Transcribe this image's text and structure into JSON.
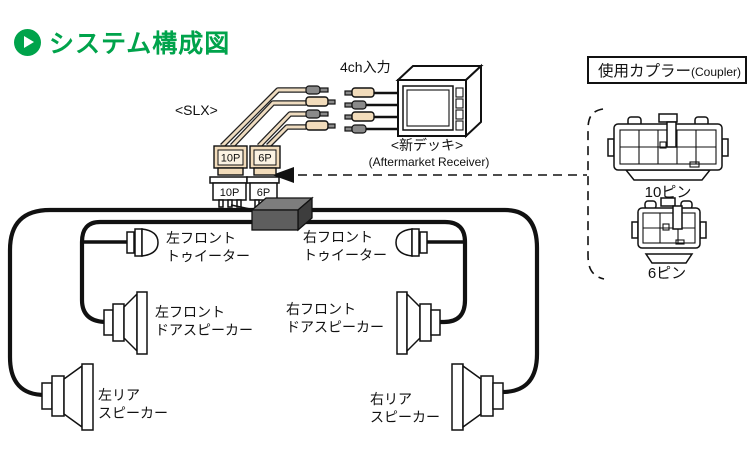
{
  "title": "システム構成図",
  "labels": {
    "input_4ch": "4ch入力",
    "slx": "<SLX>",
    "deck": "<新デッキ>",
    "deck_sub": "(Aftermarket Receiver)",
    "p10": "10P",
    "p6": "6P"
  },
  "coupler": {
    "title_jp": "使用カプラー",
    "title_en": "(Coupler)",
    "pin10": "10ピン",
    "pin6": "6ピン"
  },
  "speakers": [
    {
      "id": "left-front-tweeter",
      "line1": "左フロント",
      "line2": "トゥイーター"
    },
    {
      "id": "right-front-tweeter",
      "line1": "右フロント",
      "line2": "トゥイーター"
    },
    {
      "id": "left-front-door",
      "line1": "左フロント",
      "line2": "ドアスピーカー"
    },
    {
      "id": "right-front-door",
      "line1": "右フロント",
      "line2": "ドアスピーカー"
    },
    {
      "id": "left-rear",
      "line1": "左リア",
      "line2": "スピーカー"
    },
    {
      "id": "right-rear",
      "line1": "右リア",
      "line2": "スピーカー"
    }
  ],
  "colors": {
    "accent_green": "#00a34b",
    "connector_beige": "#f2dcbb",
    "connector_beige_light": "#fbf2e2",
    "wire_tan": "#efdcc0",
    "junction_gray": "#5e5e5e",
    "junction_gray_top": "#7d7d7d",
    "junction_gray_side": "#3d3d3d",
    "line_black": "#111111"
  }
}
